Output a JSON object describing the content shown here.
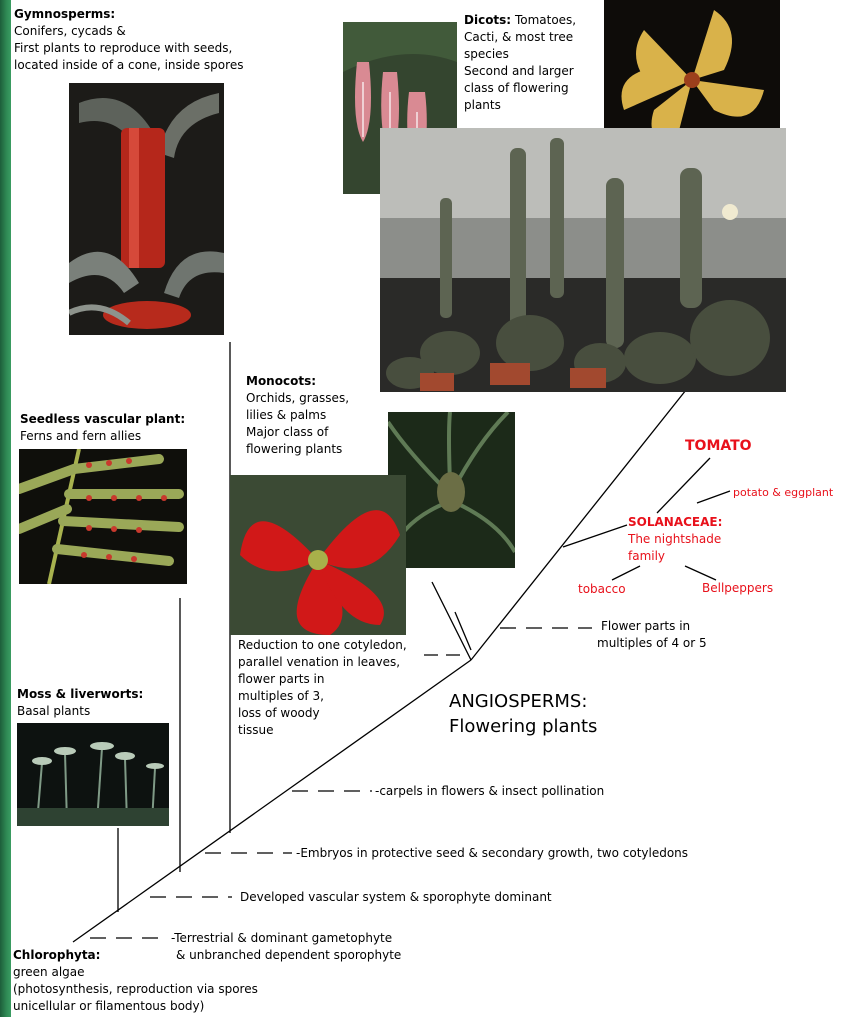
{
  "colors": {
    "accent": "#e8111b",
    "edge": "#2f8a55"
  },
  "groups": {
    "gymnosperms": {
      "title": "Gymnosperms:",
      "l1": "Conifers, cycads &",
      "l2": "First plants to reproduce with seeds,",
      "l3": "located inside of a cone, inside spores"
    },
    "dicots": {
      "title": "Dicots:",
      "l1": "Tomatoes,",
      "l2": "Cacti, & most tree",
      "l3": "species",
      "l4": "Second and larger",
      "l5": "class of flowering",
      "l6": "plants"
    },
    "monocots": {
      "title": "Monocots:",
      "l1": "Orchids, grasses,",
      "l2": "lilies & palms",
      "l3": "Major class of",
      "l4": "flowering plants"
    },
    "seedless": {
      "title": "Seedless vascular plant:",
      "l1": "Ferns and fern allies"
    },
    "moss": {
      "title": "Moss & liverworts:",
      "l1": "Basal plants"
    },
    "chlorophyta": {
      "title": "Chlorophyta:",
      "l1": "green algae",
      "l2": "(photosynthesis, reproduction via spores",
      "l3": "unicellular or filamentous body)"
    }
  },
  "monocot_traits": {
    "l1": "Reduction to one cotyledon,",
    "l2": "parallel venation in leaves,",
    "l3": "flower parts in",
    "l4": "multiples of 3,",
    "l5": "loss of woody",
    "l6": "tissue"
  },
  "angiosperms": {
    "l1": "ANGIOSPERMS:",
    "l2": "Flowering plants"
  },
  "solanaceae": {
    "tomato": "TOMATO",
    "potato": "potato & eggplant",
    "title": "SOLANACEAE:",
    "l1": "The nightshade",
    "l2": "family",
    "tobacco": "tobacco",
    "bellpeppers": "Bellpeppers"
  },
  "traits": {
    "dicot_flower": {
      "l1": "Flower parts in",
      "l2": "multiples of 4 or 5"
    },
    "carpels": "-carpels in flowers & insect pollination",
    "embryos": "-Embryos in protective seed & secondary growth, two cotyledons",
    "vascular": "Developed vascular system & sporophyte dominant",
    "terrestrial": {
      "l1": "-Terrestrial & dominant gametophyte",
      "l2": "& unbranched dependent sporophyte"
    }
  }
}
